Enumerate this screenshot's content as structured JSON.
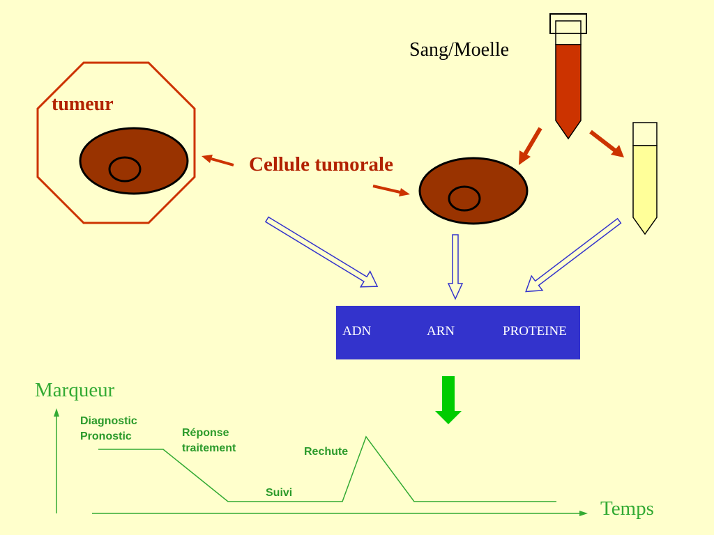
{
  "labels": {
    "tumeur": "tumeur",
    "cellule_tumorale": "Cellule tumorale",
    "sang_moelle": "Sang/Moelle"
  },
  "process": {
    "steps": [
      "ADN",
      "ARN",
      "PROTEINE"
    ]
  },
  "graph": {
    "y_axis_label": "Marqueur",
    "x_axis_label": "Temps",
    "phases": {
      "diagnostic": "Diagnostic",
      "pronostic": "Pronostic",
      "reponse_line1": "Réponse",
      "reponse_line2": "traitement",
      "suivi": "Suivi",
      "rechute": "Rechute"
    }
  },
  "colors": {
    "background": "#ffffcc",
    "accent_red": "#cc3300",
    "cell_fill": "#993300",
    "blood": "#cc3300",
    "plasma": "#ffff99",
    "process_box": "#3333cc",
    "hollow_arrow": "#3333cc",
    "green_arrow": "#00cc00",
    "graph_green": "#33aa33"
  }
}
